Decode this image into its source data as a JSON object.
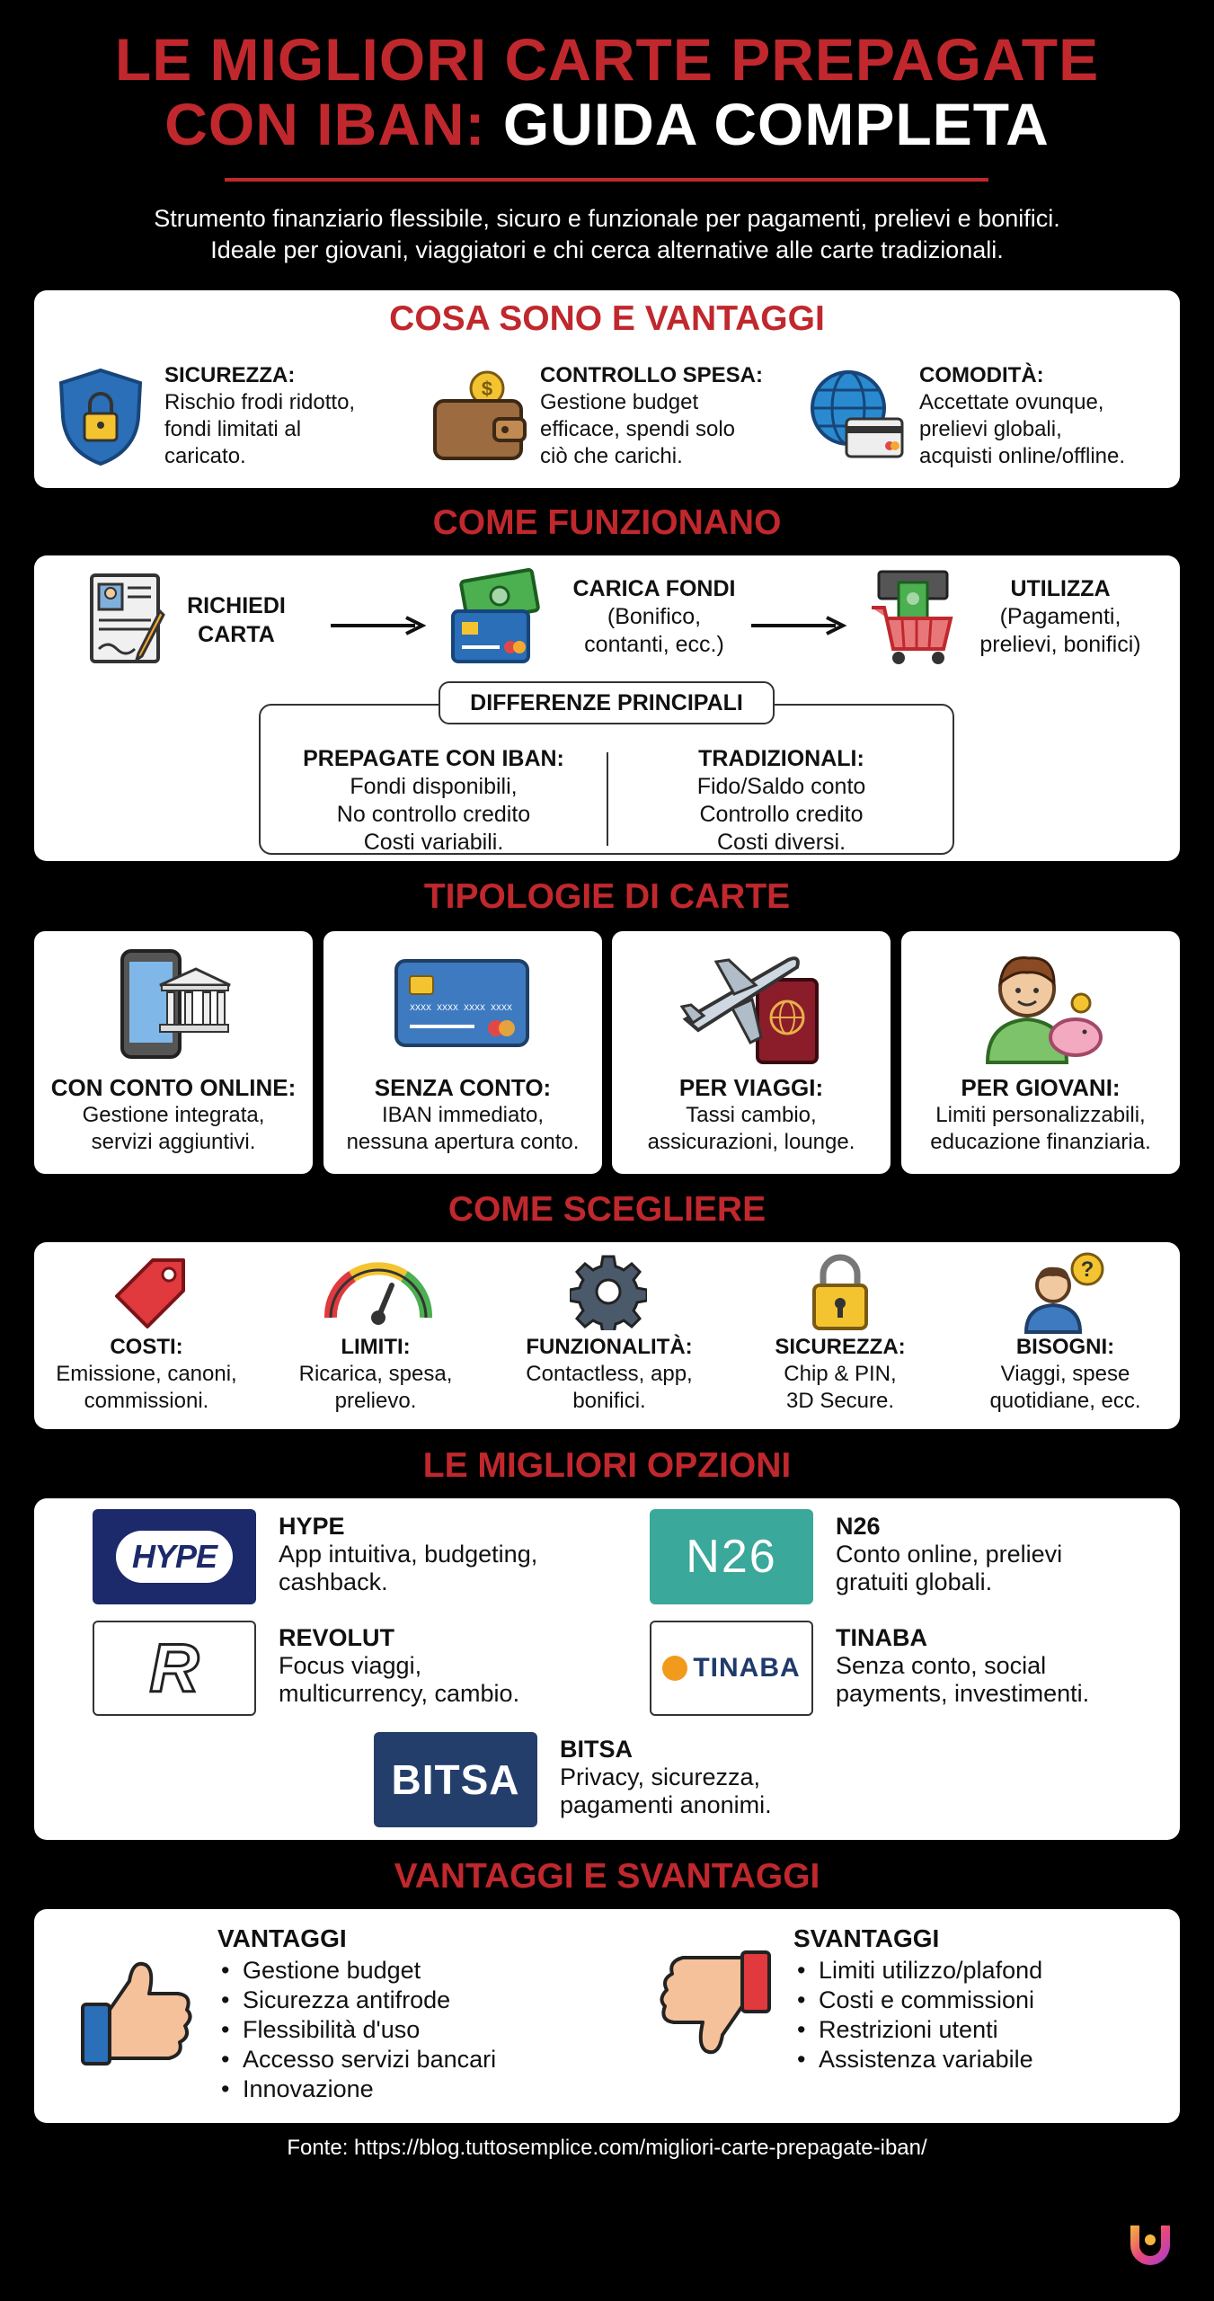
{
  "header": {
    "title_line1": "LE MIGLIORI CARTE PREPAGATE",
    "title_line2_red": "CON IBAN:",
    "title_line2_white": "GUIDA COMPLETA",
    "subtitle_line1": "Strumento finanziario flessibile, sicuro e funzionale per pagamenti, prelievi e bonifici.",
    "subtitle_line2": "Ideale per giovani, viaggiatori e chi cerca alternative alle carte tradizionali."
  },
  "cosa_sono": {
    "title": "COSA SONO E VANTAGGI",
    "items": [
      {
        "label": "SICUREZZA:",
        "lines": [
          "Rischio frodi ridotto,",
          "fondi limitati al",
          "caricato."
        ],
        "icon": "shield-lock-icon"
      },
      {
        "label": "CONTROLLO SPESA:",
        "lines": [
          "Gestione budget",
          "efficace, spendi solo",
          "ciò che carichi."
        ],
        "icon": "wallet-icon"
      },
      {
        "label": "COMODITÀ:",
        "lines": [
          "Accettate ovunque,",
          "prelievi globali,",
          "acquisti online/offline."
        ],
        "icon": "globe-card-icon"
      }
    ]
  },
  "come_funzionano": {
    "title": "COME FUNZIONANO",
    "steps": [
      {
        "lines": [
          "RICHIEDI",
          "CARTA"
        ]
      },
      {
        "title": "CARICA FONDI",
        "lines": [
          "(Bonifico,",
          "contanti, ecc.)"
        ]
      },
      {
        "title": "UTILIZZA",
        "lines": [
          "(Pagamenti,",
          "prelievi, bonifici)"
        ]
      }
    ],
    "differenze": {
      "title": "DIFFERENZE PRINCIPALI",
      "left_title": "PREPAGATE CON IBAN:",
      "left_lines": [
        "Fondi disponibili,",
        "No controllo credito",
        "Costi variabili."
      ],
      "right_title": "TRADIZIONALI:",
      "right_lines": [
        "Fido/Saldo conto",
        "Controllo credito",
        "Costi diversi."
      ]
    }
  },
  "tipologie": {
    "title": "TIPOLOGIE DI CARTE",
    "card_number": "XXXX XXXX XXXX XXXX",
    "cards": [
      {
        "label": "CON CONTO ONLINE:",
        "lines": [
          "Gestione integrata,",
          "servizi aggiuntivi."
        ],
        "icon": "phone-bank-icon"
      },
      {
        "label": "SENZA CONTO:",
        "lines": [
          "IBAN immediato,",
          "nessuna apertura conto."
        ],
        "icon": "credit-card-icon"
      },
      {
        "label": "PER VIAGGI:",
        "lines": [
          "Tassi cambio,",
          "assicurazioni, lounge."
        ],
        "icon": "plane-passport-icon"
      },
      {
        "label": "PER GIOVANI:",
        "lines": [
          "Limiti personalizzabili,",
          "educazione finanziaria."
        ],
        "icon": "young-piggybank-icon"
      }
    ]
  },
  "come_scegliere": {
    "title": "COME SCEGLIERE",
    "items": [
      {
        "label": "COSTI:",
        "lines": [
          "Emissione, canoni,",
          "commissioni."
        ],
        "icon": "price-tag-icon"
      },
      {
        "label": "LIMITI:",
        "lines": [
          "Ricarica, spesa,",
          "prelievo."
        ],
        "icon": "gauge-icon"
      },
      {
        "label": "FUNZIONALITÀ:",
        "lines": [
          "Contactless, app,",
          "bonifici."
        ],
        "icon": "gear-icon"
      },
      {
        "label": "SICUREZZA:",
        "lines": [
          "Chip & PIN,",
          "3D Secure."
        ],
        "icon": "padlock-icon"
      },
      {
        "label": "BISOGNI:",
        "lines": [
          "Viaggi, spese",
          "quotidiane, ecc."
        ],
        "icon": "person-question-icon"
      }
    ]
  },
  "opzioni": {
    "title": "LE MIGLIORI OPZIONI",
    "items": [
      {
        "logo": "HYPE",
        "name": "HYPE",
        "lines": [
          "App intuitiva, budgeting,",
          "cashback."
        ]
      },
      {
        "logo": "N26",
        "name": "N26",
        "lines": [
          "Conto online, prelievi",
          "gratuiti globali."
        ]
      },
      {
        "logo": "R",
        "name": "REVOLUT",
        "lines": [
          "Focus viaggi,",
          "multicurrency, cambio."
        ]
      },
      {
        "logo": "TINABA",
        "name": "TINABA",
        "lines": [
          "Senza conto, social",
          "payments, investimenti."
        ]
      },
      {
        "logo": "BITSA",
        "name": "BITSA",
        "lines": [
          "Privacy, sicurezza,",
          "pagamenti anonimi."
        ]
      }
    ]
  },
  "pro_contro": {
    "title": "VANTAGGI E SVANTAGGI",
    "vantaggi_title": "VANTAGGI",
    "vantaggi": [
      "Gestione budget",
      "Sicurezza antifrode",
      "Flessibilità d'uso",
      "Accesso servizi bancari",
      "Innovazione"
    ],
    "svantaggi_title": "SVANTAGGI",
    "svantaggi": [
      "Limiti utilizzo/plafond",
      "Costi e commissioni",
      "Restrizioni utenti",
      "Assistenza variabile"
    ]
  },
  "footer": {
    "source": "Fonte: https://blog.tuttosemplice.com/migliori-carte-prepagate-iban/"
  },
  "colors": {
    "accent_red": "#c0282d",
    "hype_navy": "#1c2a6b",
    "n26_teal": "#3aa89a",
    "bitsa_navy": "#243e6b"
  }
}
